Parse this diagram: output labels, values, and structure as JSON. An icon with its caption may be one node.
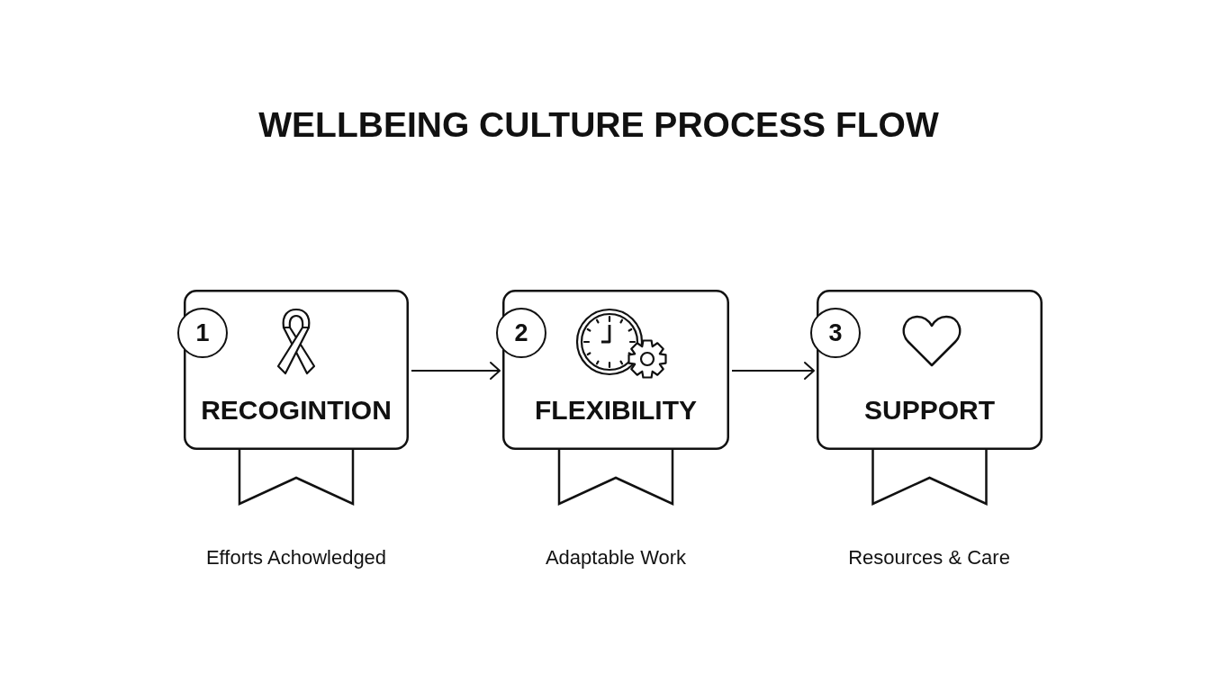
{
  "diagram": {
    "title": "WELLBEING CULTURE PROCESS FLOW",
    "nodes": [
      {
        "text": [
          "1",
          "RECOGINTION"
        ]
      },
      {
        "text": [
          "2",
          "FLEXIBILITY"
        ]
      },
      {
        "text": [
          "3",
          "SUPPORT"
        ]
      }
    ],
    "edges": [
      {
        "from": 0,
        "to": 1,
        "arrow": "to"
      },
      {
        "from": 1,
        "to": 2,
        "arrow": "to"
      }
    ],
    "labels": [
      "Efforts Achowledged",
      "Adaptable Work",
      "Resources & Care"
    ]
  }
}
